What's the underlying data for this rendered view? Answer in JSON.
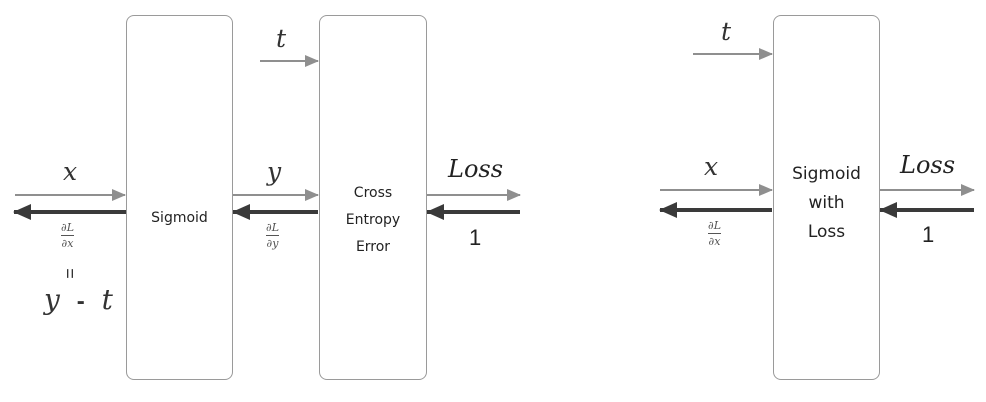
{
  "left_diagram": {
    "sigmoid_label": "Sigmoid",
    "cross_entropy_lines": [
      "Cross",
      "Entropy",
      "Error"
    ],
    "input_x": "x",
    "input_t": "t",
    "middle_y": "y",
    "output_loss": "Loss",
    "backward_one": "1",
    "grad_y_num": "∂L",
    "grad_y_den": "∂y",
    "grad_x_num": "∂L",
    "grad_x_den": "∂x",
    "equals": "=",
    "result_y": "y",
    "result_minus": "-",
    "result_t": "t"
  },
  "right_diagram": {
    "box_lines": [
      "Sigmoid",
      "with",
      "Loss"
    ],
    "input_t": "t",
    "input_x": "x",
    "output_loss": "Loss",
    "backward_one": "1",
    "grad_x_num": "∂L",
    "grad_x_den": "∂x"
  },
  "colors": {
    "forward_arrow": "#8f8f8f",
    "backward_arrow": "#3a3a3a",
    "box_border": "#9a9a9a"
  }
}
